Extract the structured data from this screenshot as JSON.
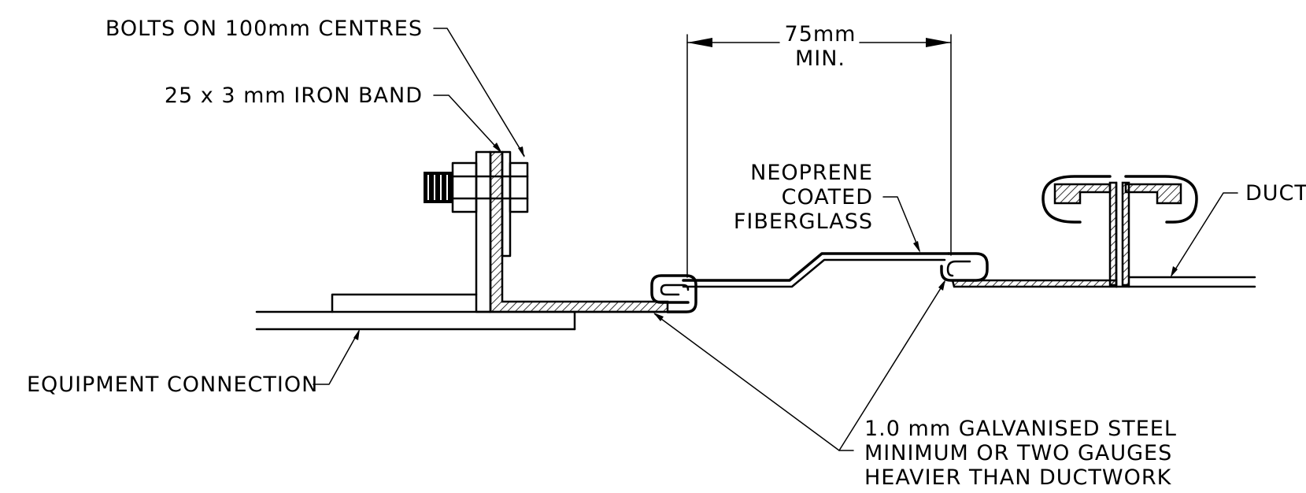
{
  "labels": {
    "bolts": "BOLTS ON 100mm CENTRES",
    "iron_band": "25 x 3 mm IRON BAND",
    "dimension_value": "75mm",
    "dimension_note": "MIN.",
    "neoprene_line1": "NEOPRENE",
    "neoprene_line2": "COATED",
    "neoprene_line3": "FIBERGLASS",
    "duct": "DUCT",
    "equipment_connection": "EQUIPMENT CONNECTION",
    "steel_line1": "1.0 mm GALVANISED STEEL",
    "steel_line2": "MINIMUM OR TWO GAUGES",
    "steel_line3": "HEAVIER THAN DUCTWORK"
  },
  "colors": {
    "line": "#000000",
    "background": "#ffffff"
  }
}
